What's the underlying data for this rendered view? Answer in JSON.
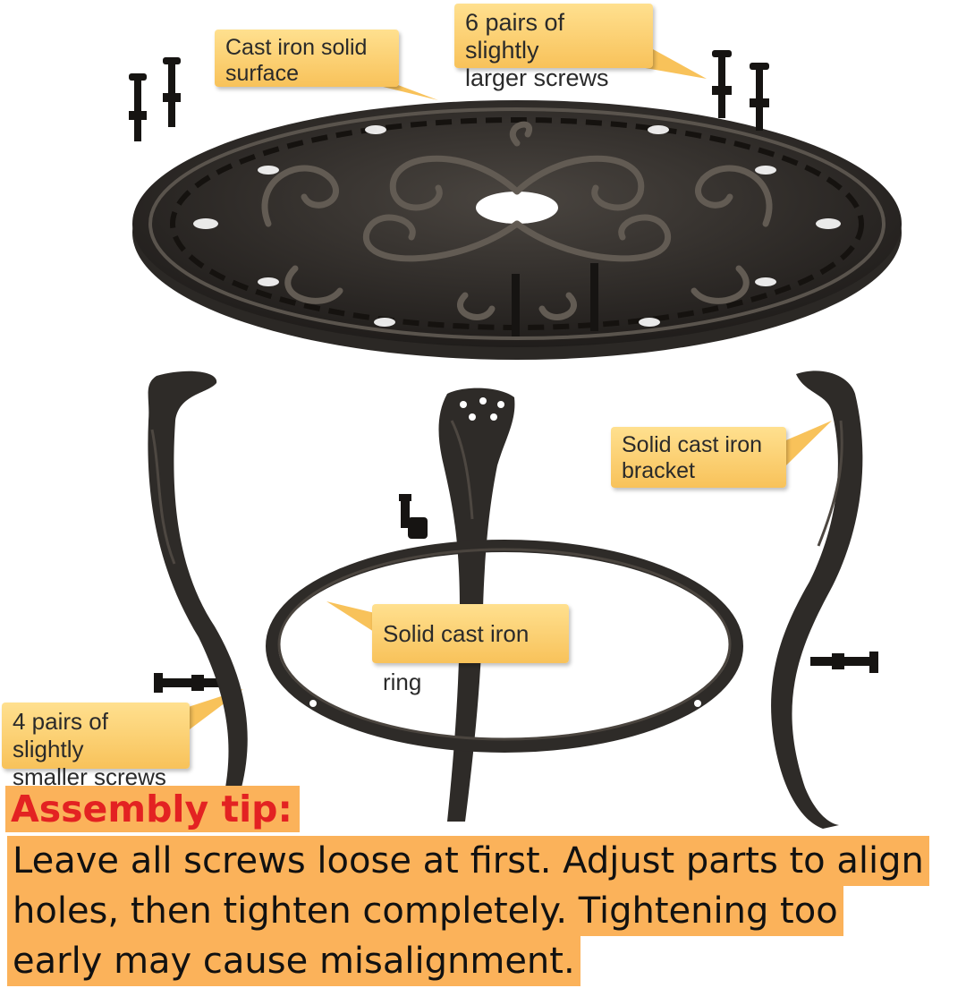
{
  "callouts": {
    "top_surface": [
      "Cast iron solid",
      "surface"
    ],
    "large_screws": [
      "6 pairs of slightly",
      "larger screws"
    ],
    "bracket": [
      "Solid cast iron",
      "bracket"
    ],
    "ring": "Solid cast iron ring",
    "small_screws": [
      "4 pairs of slightly",
      "smaller screws"
    ]
  },
  "tip": {
    "heading": "Assembly tip:",
    "lines": [
      "Leave all screws loose at first. Adjust parts to align",
      "holes, then tighten completely. Tightening too",
      "early may cause misalignment."
    ]
  },
  "colors": {
    "callout": "#f8c25a",
    "tip_bg": "#fbb25a",
    "tip_heading": "#e32222",
    "iron": "#2e2b28"
  }
}
